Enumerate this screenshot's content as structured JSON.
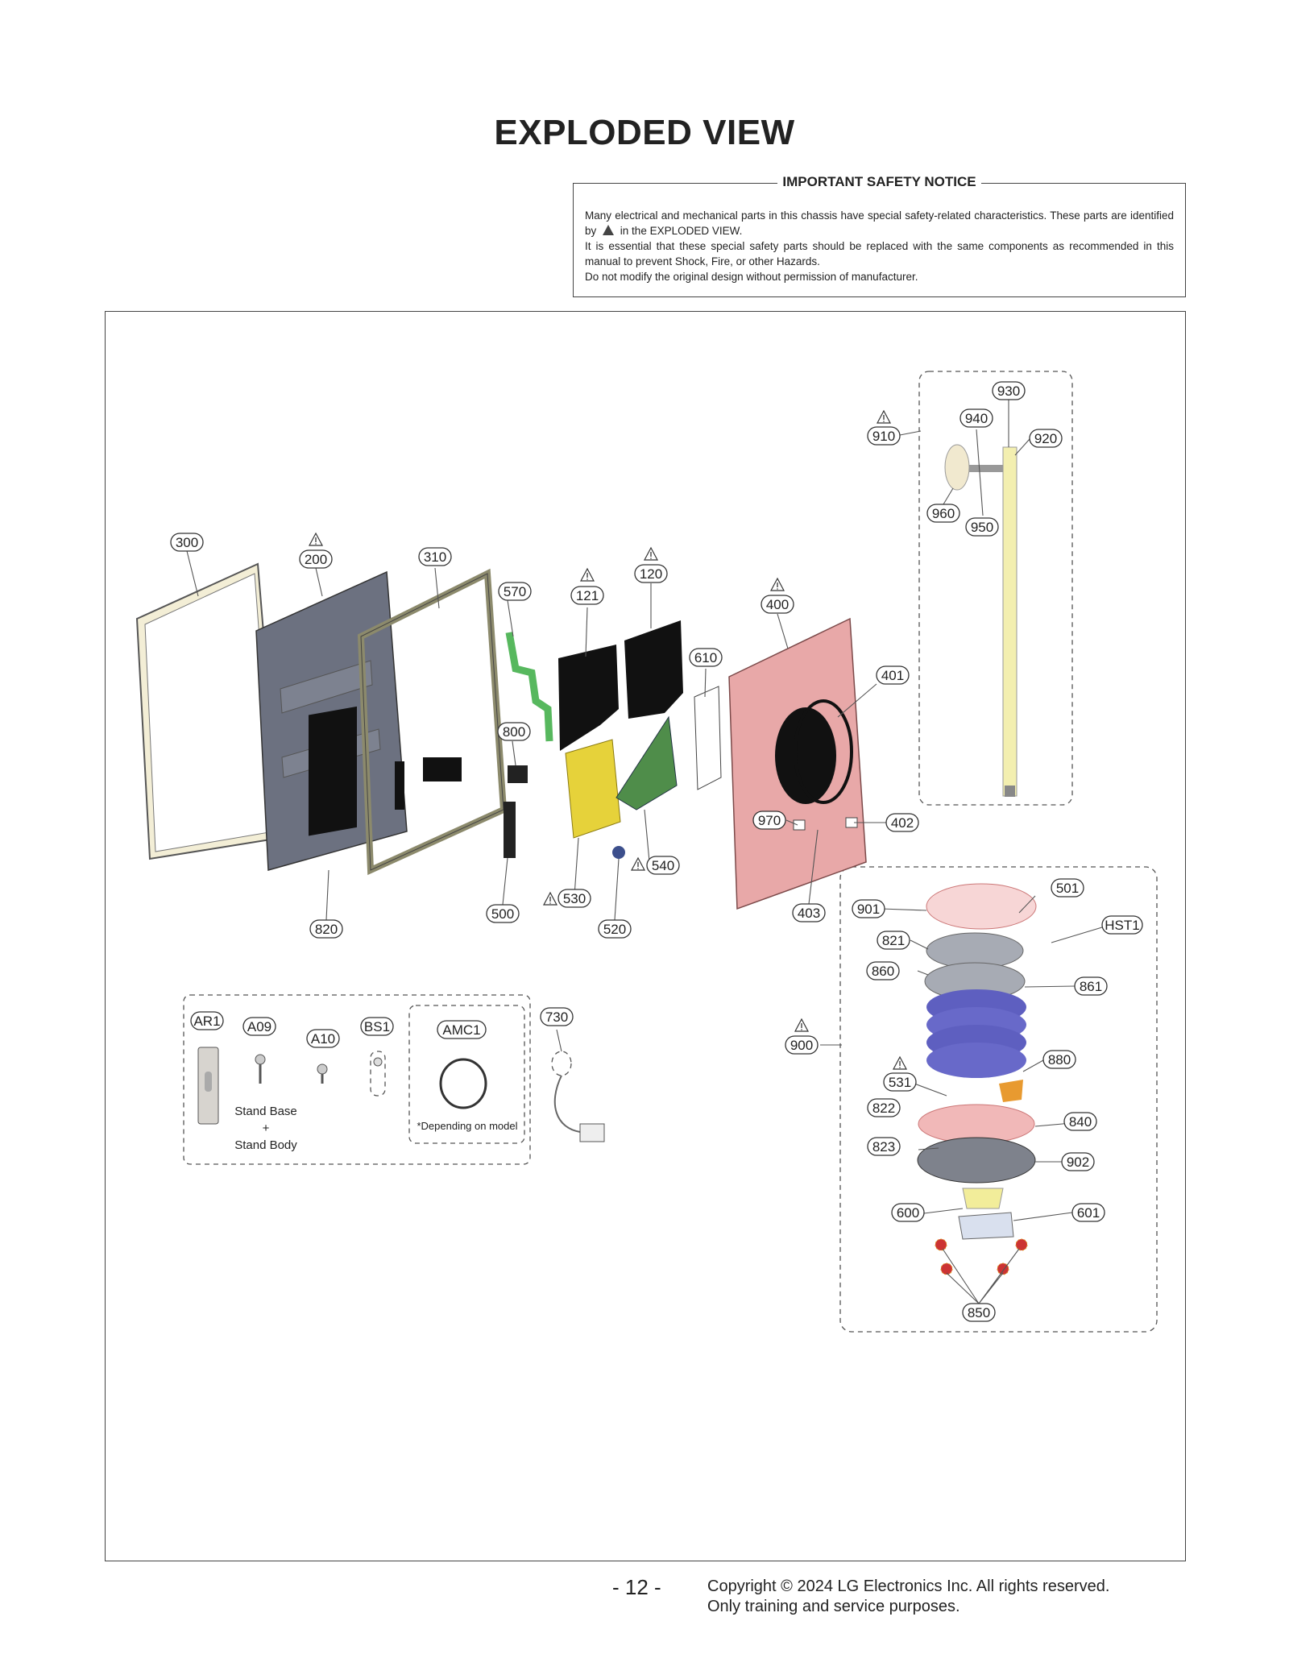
{
  "page": {
    "title": "EXPLODED VIEW",
    "number": "- 12 -"
  },
  "notice": {
    "title": "IMPORTANT SAFETY NOTICE",
    "line1": "Many electrical and mechanical parts in this chassis have special safety-related characteristics. These parts are identified by",
    "line1_end": "in the EXPLODED VIEW.",
    "line2": "It is essential that these special safety parts should be replaced with the same components as recommended in this manual to prevent Shock, Fire, or other Hazards.",
    "line3": "Do not modify the original design without permission of manufacturer."
  },
  "diagram": {
    "labels": {
      "c300": "300",
      "c200": "200",
      "c310": "310",
      "c570": "570",
      "c121": "121",
      "c120": "120",
      "c610": "610",
      "c400": "400",
      "c401": "401",
      "c800": "800",
      "c970": "970",
      "c402": "402",
      "c540": "540",
      "c530": "530",
      "c520": "520",
      "c500": "500",
      "c820": "820",
      "c403": "403",
      "c910": "910",
      "c930": "930",
      "c940": "940",
      "c920": "920",
      "c960": "960",
      "c950": "950",
      "c501": "501",
      "c901": "901",
      "cHST1": "HST1",
      "c821": "821",
      "c860": "860",
      "c861": "861",
      "c900": "900",
      "c880": "880",
      "c531": "531",
      "c822": "822",
      "c840": "840",
      "c823": "823",
      "c902": "902",
      "c600": "600",
      "c601": "601",
      "c850": "850",
      "cAR1": "AR1",
      "cA09": "A09",
      "cA10": "A10",
      "cBS1": "BS1",
      "cAMC1": "AMC1",
      "c730": "730"
    },
    "accessory_text": {
      "stand_base": "Stand Base",
      "plus": "+",
      "stand_body": "Stand Body",
      "depending": "*Depending on model"
    },
    "safety_marked_parts": [
      "200",
      "121",
      "120",
      "400",
      "540",
      "530",
      "910",
      "900",
      "531"
    ]
  },
  "footer": {
    "copyright_line1": "Copyright © 2024 LG Electronics Inc. All rights reserved.",
    "copyright_line2": "Only training and service purposes."
  },
  "colors": {
    "rear_cover": "#e8a8a8",
    "pole": "#f3efb0",
    "power_board": "#e6d23a",
    "main_board": "#4f8d4a",
    "flex_cable": "#57b85e",
    "battery_cells": "#5e5fc0",
    "stand_plate": "#a7abb4",
    "frame": "#ede6c6"
  }
}
